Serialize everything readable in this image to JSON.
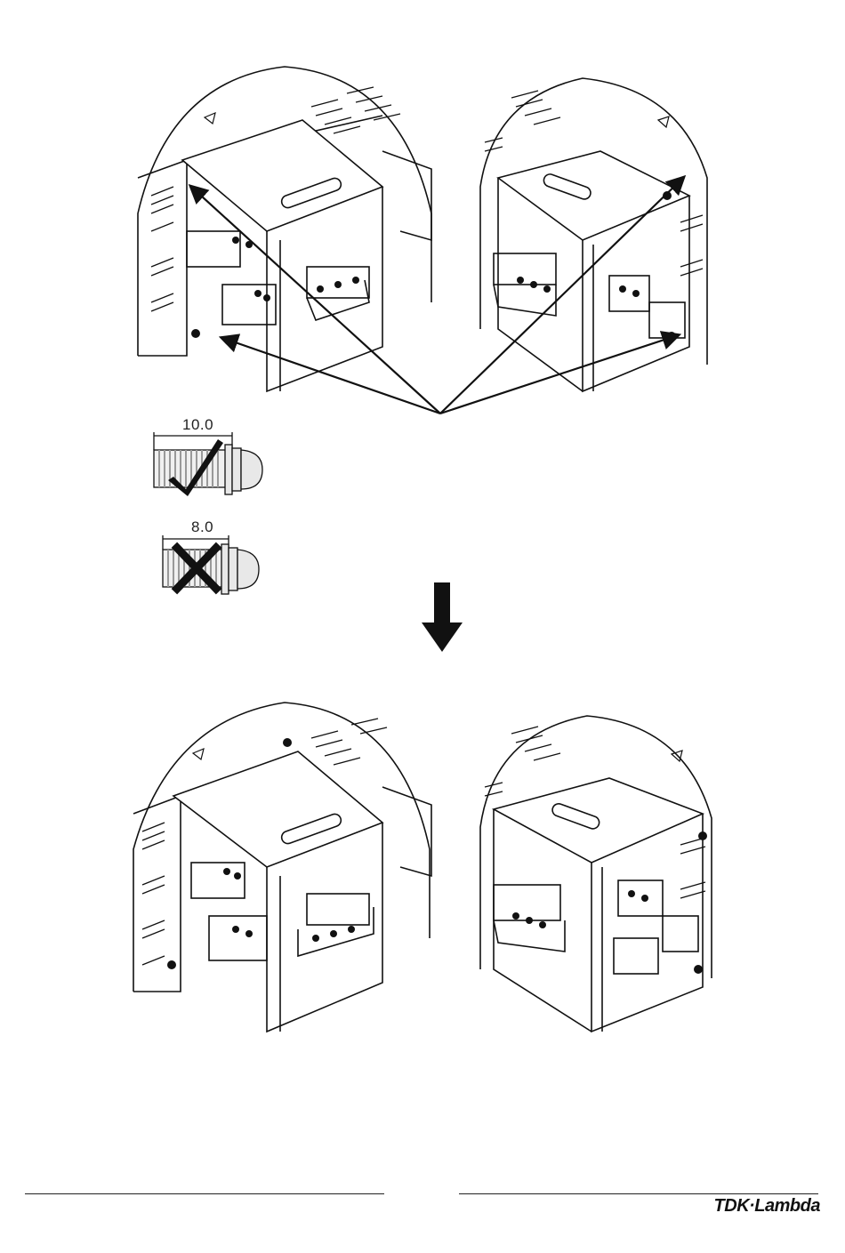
{
  "figures": {
    "top_left": "front-left-view",
    "top_right": "front-right-view",
    "bottom_left": "front-left-view-cover-installed",
    "bottom_right": "front-right-view-cover-installed"
  },
  "screw_ok": {
    "length": "10.0",
    "verdict": "check-mark-icon"
  },
  "screw_bad": {
    "length": "8.0",
    "verdict": "cross-mark-icon"
  },
  "flow_arrow": "down-arrow-icon",
  "footer": {
    "brand": "TDK·Lambda"
  }
}
